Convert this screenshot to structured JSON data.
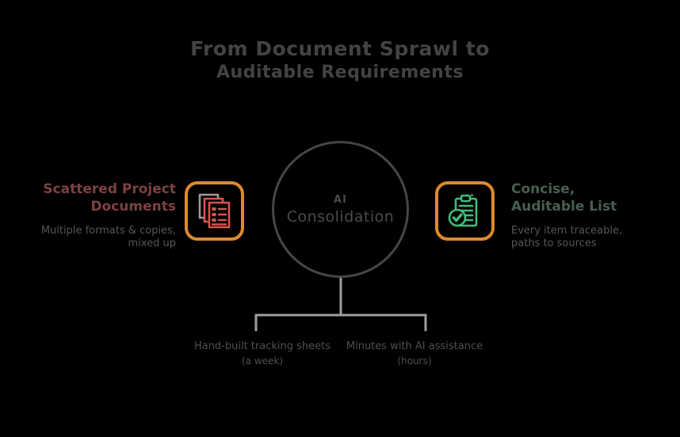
{
  "title": {
    "line1": "From Document Sprawl to",
    "line2": "Auditable Requirements"
  },
  "center": {
    "badge": "AI",
    "label": "Consolidation"
  },
  "left_item": {
    "icon": "stacked-documents-icon",
    "heading_line1": "Scattered Project",
    "heading_line2": "Documents",
    "detail_line1": "Multiple formats & copies,",
    "detail_line2": "mixed up"
  },
  "right_item": {
    "icon": "checklist-clipboard-icon",
    "heading_line1": "Concise,",
    "heading_line2": "Auditable List",
    "detail_line1": "Every item traceable,",
    "detail_line2": "paths to sources"
  },
  "bottom_left": {
    "line1": "Hand-built tracking sheets",
    "line2": "(a week)"
  },
  "bottom_right": {
    "line1": "Minutes with AI assistance",
    "line2": "(hours)"
  },
  "colors": {
    "background": "#000000",
    "title_text": "#434343",
    "circle_stroke": "#464646",
    "center_text": "#4a4a4a",
    "accent_orange": "#dd8a2f",
    "doc_red": "#d9534f",
    "doc_gray": "#9a9a9a",
    "check_green": "#43bd7d",
    "left_heading": "#7d4141",
    "right_heading": "#465f50",
    "detail_text": "#565656",
    "connector_gray": "#9e9e9e",
    "bottom_text": "#4f4f4f"
  }
}
